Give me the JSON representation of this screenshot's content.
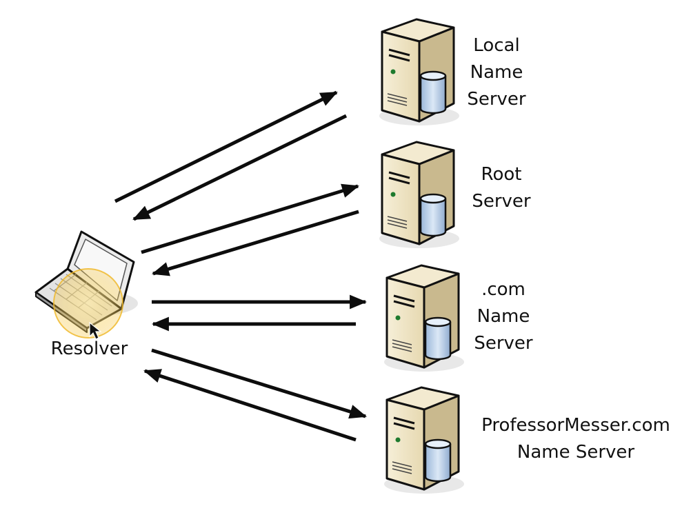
{
  "resolver": {
    "label": "Resolver"
  },
  "servers": [
    {
      "id": "local",
      "label_lines": [
        "Local",
        "Name",
        "Server"
      ]
    },
    {
      "id": "root",
      "label_lines": [
        "Root",
        "Server"
      ]
    },
    {
      "id": "com",
      "label_lines": [
        ".com",
        "Name",
        "Server"
      ]
    },
    {
      "id": "professormesser",
      "label_lines": [
        "ProfessorMesser.com",
        "Name Server"
      ]
    }
  ],
  "colors": {
    "arrow": "#0d0d0d",
    "server_body": "#efe5c8",
    "server_dark": "#c9b98e",
    "highlight": "#f7c948"
  }
}
